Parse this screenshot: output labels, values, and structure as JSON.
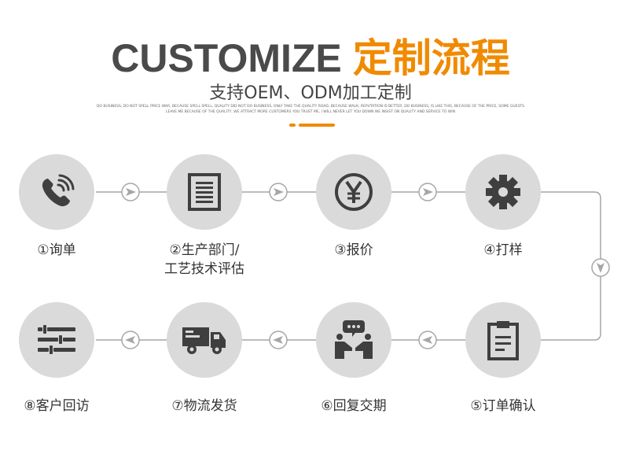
{
  "header": {
    "title_en": "CUSTOMIZE",
    "title_cn": "定制流程",
    "subtitle": "支持OEM、ODM加工定制",
    "description": "DO BUSINESS, DO NOT SPELL PRICE WAR, BECAUSE SPELL SPELL, QUALITY DID NOT DO BUSINESS, ONLY TAKE THE QUALITY ROAD, BECAUSE WALK, REPUTATION IS BETTER, DO BUSINESS, IS LIKE THIS, BECAUSE OF THE PRICE, SOME GUESTS LEAVE ME BECAUSE OF THE QUALITY, WE ATTRACT MORE CUSTOMERS YOU TRUST ME, I WILL NEVER LET YOU DOWN WE INSIST ON QUALITY AND SERVICE TO WIN"
  },
  "colors": {
    "accent": "#f08a00",
    "circle": "#dadada",
    "icon": "#3f3f3f",
    "line": "#a6a6a6"
  },
  "steps": [
    {
      "label": "①询单",
      "icon": "phone-icon"
    },
    {
      "label": "②生产部门/",
      "label2": "工艺技术评估",
      "icon": "document-icon"
    },
    {
      "label": "③报价",
      "icon": "yen-icon"
    },
    {
      "label": "④打样",
      "icon": "gear-icon"
    },
    {
      "label": "⑤订单确认",
      "icon": "clipboard-icon"
    },
    {
      "label": "⑥回复交期",
      "icon": "handshake-chat-icon"
    },
    {
      "label": "⑦物流发货",
      "icon": "truck-icon"
    },
    {
      "label": "⑧客户回访",
      "icon": "sliders-icon"
    }
  ]
}
